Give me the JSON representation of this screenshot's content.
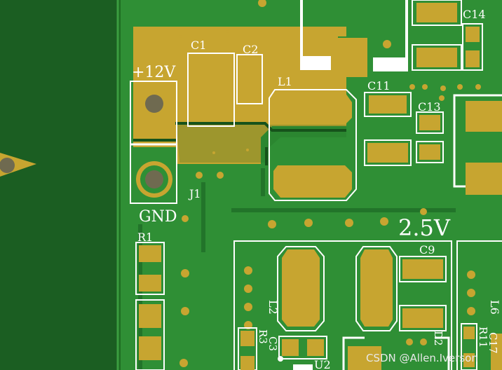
{
  "colors": {
    "board_dark": "#1b5e22",
    "copper_pour": "#2f8f35",
    "pad_gold": "#c7a530",
    "silkscreen": "#ffffff"
  },
  "labels": {
    "v12": "+12V",
    "gnd": "GND",
    "v25": "2.5V",
    "c1": "C1",
    "c2": "C2",
    "l1": "L1",
    "c11": "C11",
    "c13": "C13",
    "c14": "C14",
    "j1": "J1",
    "r1": "R1",
    "c9": "C9",
    "l2": "L2",
    "l6": "L6",
    "r3": "R3",
    "c3": "C3",
    "u2": "U2",
    "d2": "D2",
    "r11": "R11",
    "c17": "C17"
  },
  "watermark": "CSDN @Allen.Iverson"
}
